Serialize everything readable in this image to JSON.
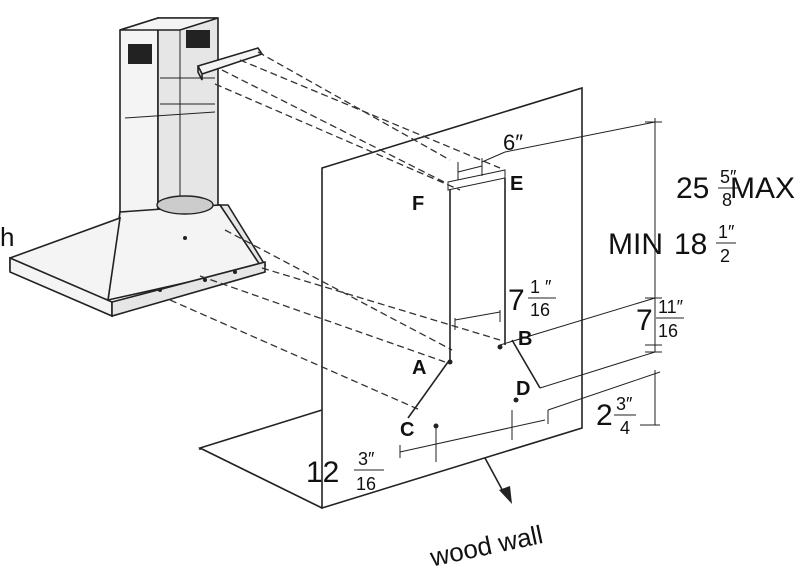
{
  "points": {
    "a": "A",
    "b": "B",
    "c": "C",
    "d": "D",
    "e": "E",
    "f": "F"
  },
  "dims": {
    "top_width": "6″",
    "height_max_whole": "25",
    "height_max_num": "5″",
    "height_max_den": "8",
    "height_max_suffix": "MAX",
    "height_min_prefix": "MIN",
    "height_min_whole": "18",
    "height_min_num": "1″",
    "height_min_den": "2",
    "upper_spacing_whole": "7",
    "upper_spacing_num": "1 ″",
    "upper_spacing_den": "16",
    "right_spacing_whole": "7",
    "right_spacing_num": "11″",
    "right_spacing_den": "16",
    "lower_offset_whole": "2",
    "lower_offset_num": "3″",
    "lower_offset_den": "4",
    "bottom_width_whole": "12",
    "bottom_width_num": "3″",
    "bottom_width_den": "16"
  },
  "wall_label": "wood wall",
  "edge_fragment": "h"
}
